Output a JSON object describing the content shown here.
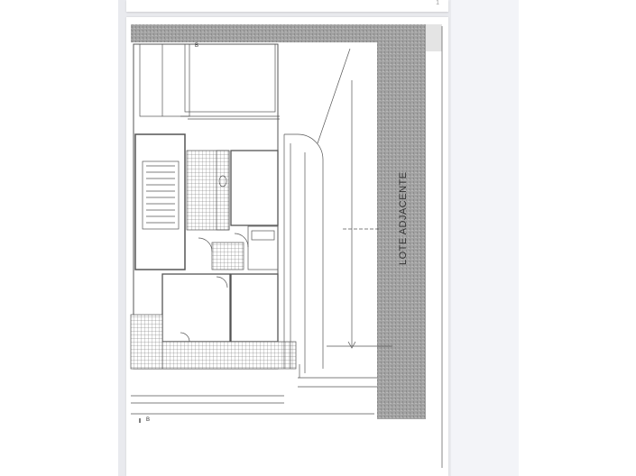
{
  "document": {
    "previous_page_number": "1",
    "floor_plan": {
      "adjacent_lot_label": "LOTE ADJACENTE",
      "section_marker": "B"
    }
  },
  "colors": {
    "viewer_background": "#e9eaee",
    "side_panel": "#f3f4f8",
    "hatch_gray": "#9c9c9c"
  }
}
